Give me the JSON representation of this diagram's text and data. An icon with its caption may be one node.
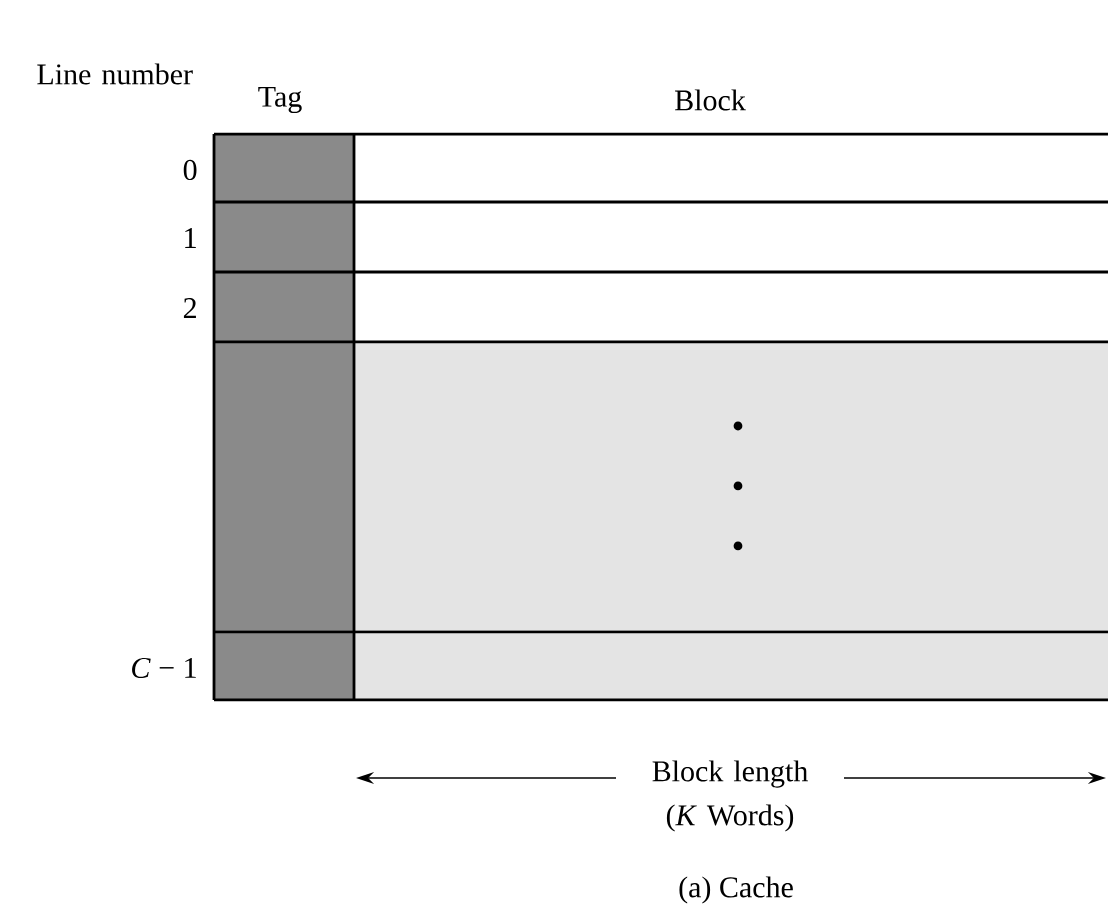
{
  "diagram": {
    "caption": "(a) Cache",
    "labels": [
      "Line number",
      "Tag",
      "Block",
      "0",
      "1",
      "2",
      "*C* − 1",
      "Block length (*K* Words)"
    ]
  }
}
